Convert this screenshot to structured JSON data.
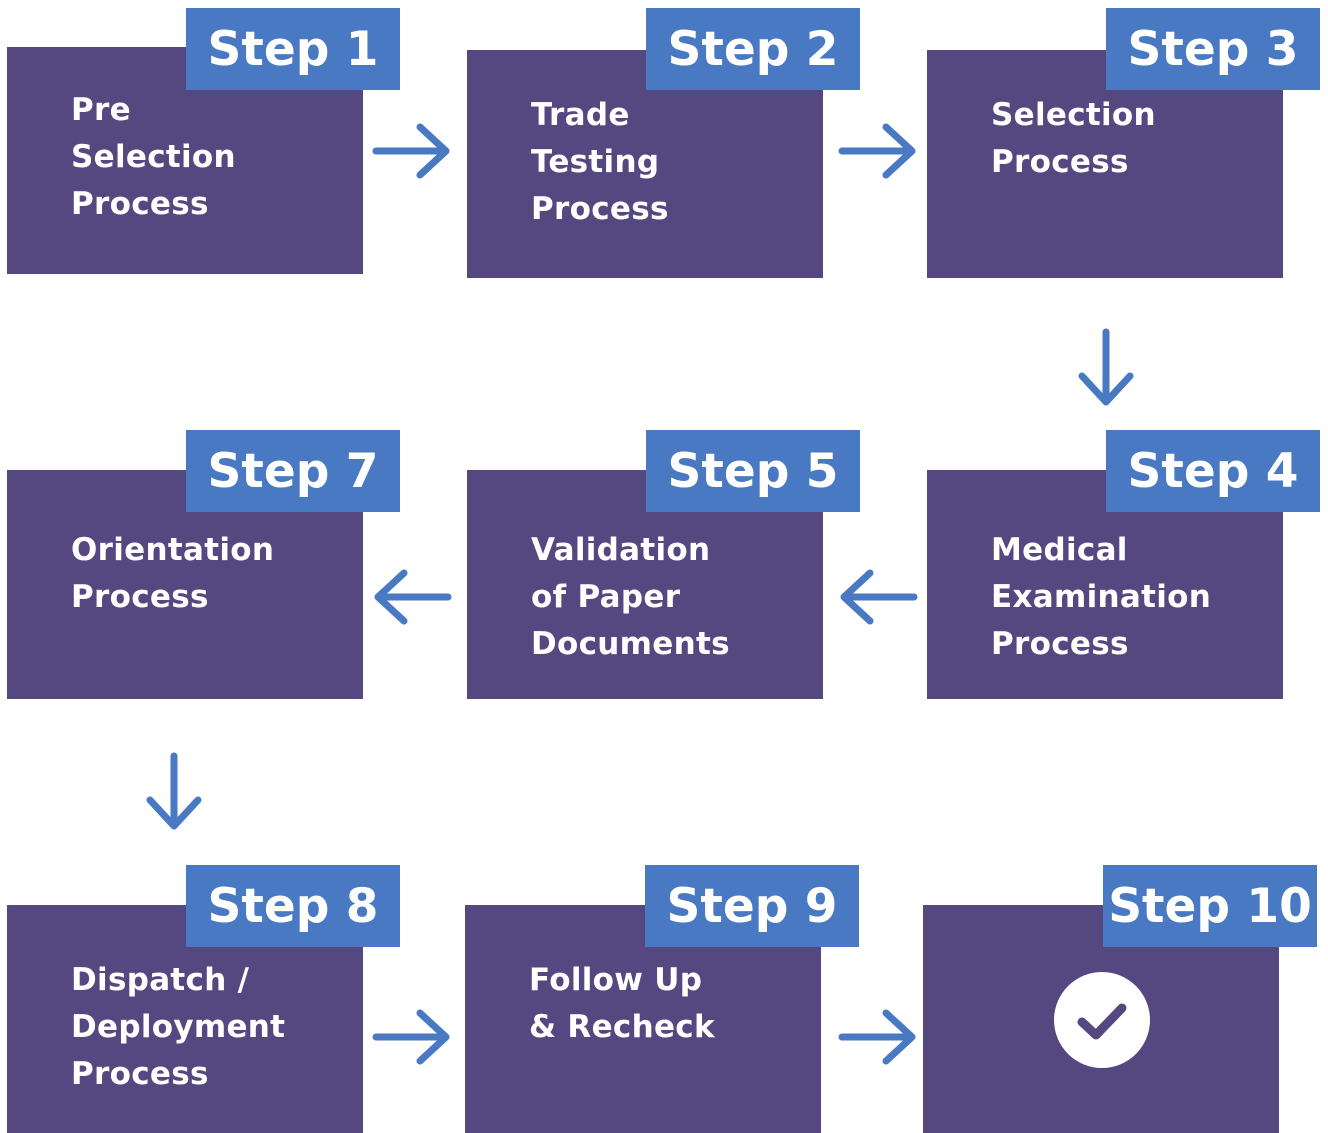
{
  "colors": {
    "box": "#554880",
    "tag": "#4879c2",
    "arrow": "#4879c2",
    "check_circle": "#ffffff",
    "check_mark": "#554880"
  },
  "steps": [
    {
      "tag": "Step 1",
      "lines": [
        "Pre",
        "Selection",
        "Process"
      ]
    },
    {
      "tag": "Step 2",
      "lines": [
        "Trade",
        "Testing",
        "Process"
      ]
    },
    {
      "tag": "Step 3",
      "lines": [
        "Selection",
        "Process"
      ]
    },
    {
      "tag": "Step 4",
      "lines": [
        "Medical",
        "Examination",
        "Process"
      ]
    },
    {
      "tag": "Step 5",
      "lines": [
        "Validation",
        "of Paper",
        "Documents"
      ]
    },
    {
      "tag": "Step 7",
      "lines": [
        "Orientation",
        "Process"
      ]
    },
    {
      "tag": "Step 8",
      "lines": [
        "Dispatch /",
        "Deployment",
        "Process"
      ]
    },
    {
      "tag": "Step 9",
      "lines": [
        "Follow Up",
        "& Recheck"
      ]
    },
    {
      "tag": "Step 10",
      "icon": "checkmark-circle-icon"
    }
  ],
  "connectors": [
    {
      "from": "Step 1",
      "to": "Step 2",
      "icon": "arrow-right-icon"
    },
    {
      "from": "Step 2",
      "to": "Step 3",
      "icon": "arrow-right-icon"
    },
    {
      "from": "Step 3",
      "to": "Step 4",
      "icon": "arrow-down-icon"
    },
    {
      "from": "Step 4",
      "to": "Step 5",
      "icon": "arrow-left-icon"
    },
    {
      "from": "Step 5",
      "to": "Step 7",
      "icon": "arrow-left-icon"
    },
    {
      "from": "Step 7",
      "to": "Step 8",
      "icon": "arrow-down-icon"
    },
    {
      "from": "Step 8",
      "to": "Step 9",
      "icon": "arrow-right-icon"
    },
    {
      "from": "Step 9",
      "to": "Step 10",
      "icon": "arrow-right-icon"
    }
  ]
}
